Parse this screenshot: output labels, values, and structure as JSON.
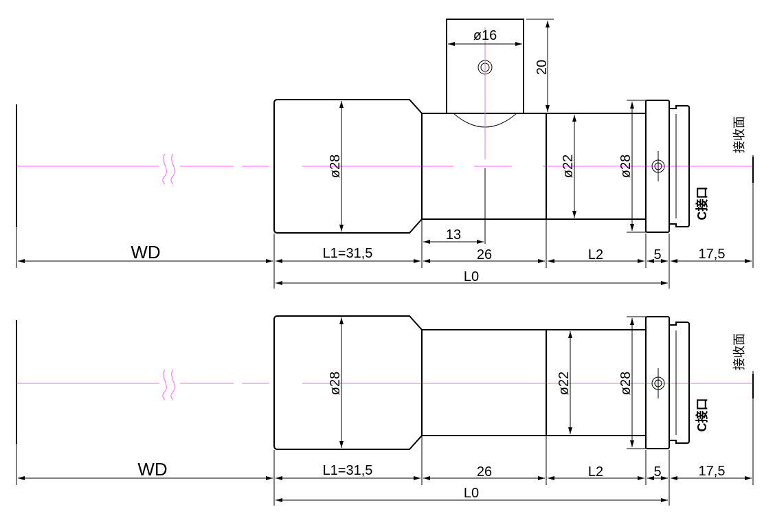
{
  "views": [
    {
      "id": "top",
      "labels": {
        "dia_top": "ø16",
        "height": "20",
        "dia_front": "ø28",
        "dia_body": "ø22",
        "dia_flange": "ø28",
        "offset": "13",
        "wd": "WD",
        "l1": "L1=31,5",
        "seg26": "26",
        "l2": "L2",
        "seg5": "5",
        "seg175": "17,5",
        "l0": "L0",
        "c_mount": "C接口",
        "sensor": "接收面"
      }
    },
    {
      "id": "bottom",
      "labels": {
        "dia_front": "ø28",
        "dia_body": "ø22",
        "dia_flange": "ø28",
        "wd": "WD",
        "l1": "L1=31,5",
        "seg26": "26",
        "l2": "L2",
        "seg5": "5",
        "seg175": "17,5",
        "l0": "L0",
        "c_mount": "C接口",
        "sensor": "接收面"
      }
    }
  ],
  "colors": {
    "line": "#000000",
    "centerline": "#ff66ff"
  }
}
